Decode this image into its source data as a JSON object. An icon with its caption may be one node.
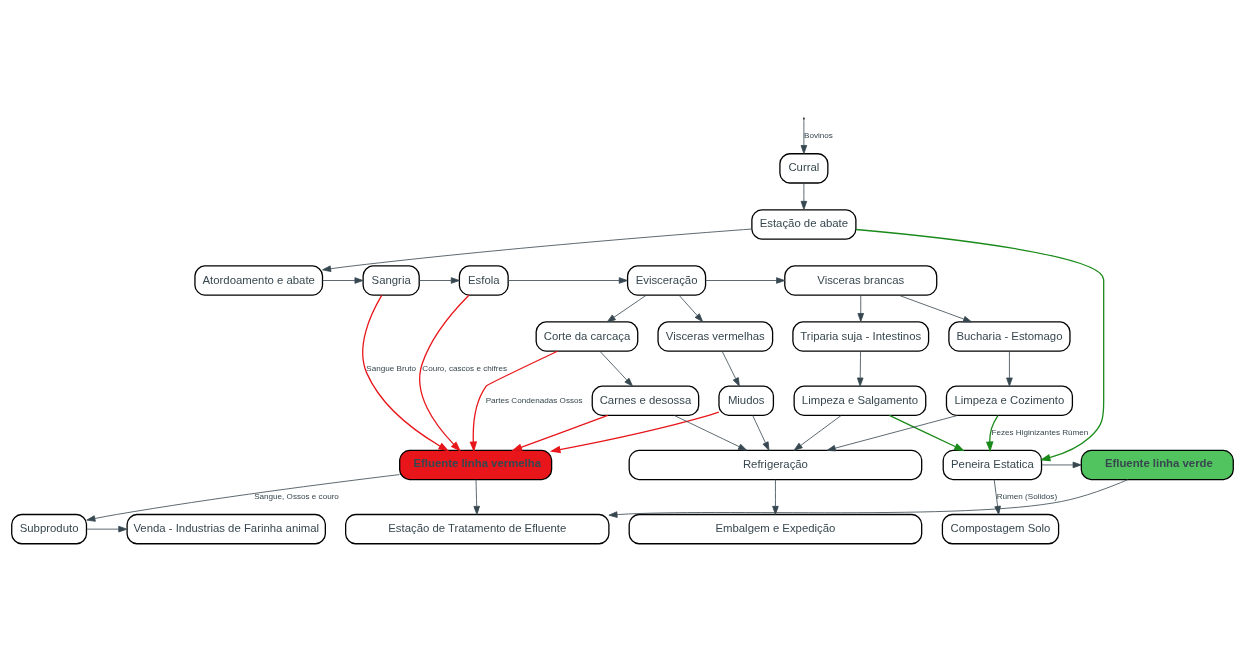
{
  "diagram": {
    "nodes": [
      {
        "text": [
          "Atordoamento e abate"
        ]
      },
      {
        "text": [
          "Sangria"
        ]
      },
      {
        "text": [
          "Esfola"
        ]
      },
      {
        "text": [
          "Evisceração"
        ]
      },
      {
        "text": [
          "Visceras brancas"
        ]
      },
      {
        "text": [
          "Estação de abate"
        ]
      },
      {
        "text": [
          "Visceras vermelhas"
        ]
      },
      {
        "text": [
          "Corte da carcaça"
        ]
      },
      {
        "text": [
          "Triparia suja - Intestinos"
        ]
      },
      {
        "text": [
          "Bucharia - Estomago"
        ]
      },
      {
        "text": [
          "Miudos"
        ]
      },
      {
        "text": [
          "Curral"
        ]
      },
      {
        "text": [
          "Carnes e desossa"
        ]
      },
      {
        "text": [
          "Limpeza e Salgamento"
        ]
      },
      {
        "text": [
          "Limpeza e Cozimento"
        ]
      },
      {
        "text": [
          "Refrigeração"
        ]
      },
      {
        "text": [
          "Embalgem e Expedição"
        ]
      },
      {
        "text": [
          "Efluente linha vermelha"
        ]
      },
      {
        "text": [
          "Efluente linha verde"
        ]
      },
      {
        "text": [
          "Peneira Estatica"
        ]
      },
      {
        "text": [
          "Venda - Industrias de Farinha animal"
        ]
      },
      {
        "text": [
          "Subproduto"
        ]
      },
      {
        "text": [
          "Estação de Tratamento de Efluente"
        ]
      },
      {
        "text": [
          "Compostagem Solo"
        ]
      }
    ],
    "edges": [
      {
        "from": null,
        "to": 11,
        "arrow": "to",
        "label": "Bovinos"
      },
      {
        "from": 11,
        "to": 5,
        "arrow": "to"
      },
      {
        "from": 5,
        "to": 0,
        "arrow": "to"
      },
      {
        "from": 0,
        "to": 1,
        "arrow": "to"
      },
      {
        "from": 1,
        "to": 2,
        "arrow": "to"
      },
      {
        "from": 2,
        "to": 3,
        "arrow": "to"
      },
      {
        "from": 3,
        "to": 4,
        "arrow": "to"
      },
      {
        "from": 3,
        "to": 6,
        "arrow": "to"
      },
      {
        "from": 3,
        "to": 7,
        "arrow": "to"
      },
      {
        "from": 4,
        "to": 8,
        "arrow": "to"
      },
      {
        "from": 4,
        "to": 9,
        "arrow": "to"
      },
      {
        "from": 6,
        "to": 10,
        "arrow": "to"
      },
      {
        "from": 7,
        "to": 12,
        "arrow": "to"
      },
      {
        "from": 8,
        "to": 13,
        "arrow": "to"
      },
      {
        "from": 9,
        "to": 14,
        "arrow": "to"
      },
      {
        "from": 12,
        "to": 15,
        "arrow": "to"
      },
      {
        "from": 10,
        "to": 15,
        "arrow": "to"
      },
      {
        "from": 13,
        "to": 15,
        "arrow": "to"
      },
      {
        "from": 14,
        "to": 15,
        "arrow": "to"
      },
      {
        "from": 15,
        "to": 16,
        "arrow": "to"
      },
      {
        "from": 1,
        "to": 17,
        "arrow": "to",
        "label": "Sangue Bruto",
        "color": "#e8161a"
      },
      {
        "from": 2,
        "to": 17,
        "arrow": "to",
        "label": "Couro, cascos e chifres",
        "color": "#e8161a"
      },
      {
        "from": 7,
        "to": 17,
        "arrow": "to",
        "label": "Partes Condenadas Ossos",
        "color": "#e8161a"
      },
      {
        "from": 10,
        "to": 17,
        "arrow": "to",
        "color": "#e8161a"
      },
      {
        "from": 12,
        "to": 17,
        "arrow": "to",
        "color": "#e8161a"
      },
      {
        "from": 5,
        "to": 19,
        "arrow": "to",
        "color": "#1a8a1a"
      },
      {
        "from": 13,
        "to": 19,
        "arrow": "to",
        "color": "#1a8a1a"
      },
      {
        "from": 14,
        "to": 19,
        "arrow": "to",
        "label": "Fezes Higinizantes Rúmen",
        "color": "#1a8a1a"
      },
      {
        "from": 19,
        "to": 18,
        "arrow": "to"
      },
      {
        "from": 19,
        "to": 23,
        "arrow": "to",
        "label": "Rúmen (Solidos)"
      },
      {
        "from": 17,
        "to": 22,
        "arrow": "to"
      },
      {
        "from": 18,
        "to": 22,
        "arrow": "to"
      },
      {
        "from": 17,
        "to": 21,
        "arrow": "to",
        "label": "Sangue, Ossos e couro"
      },
      {
        "from": 21,
        "to": 20,
        "arrow": "to"
      }
    ]
  }
}
